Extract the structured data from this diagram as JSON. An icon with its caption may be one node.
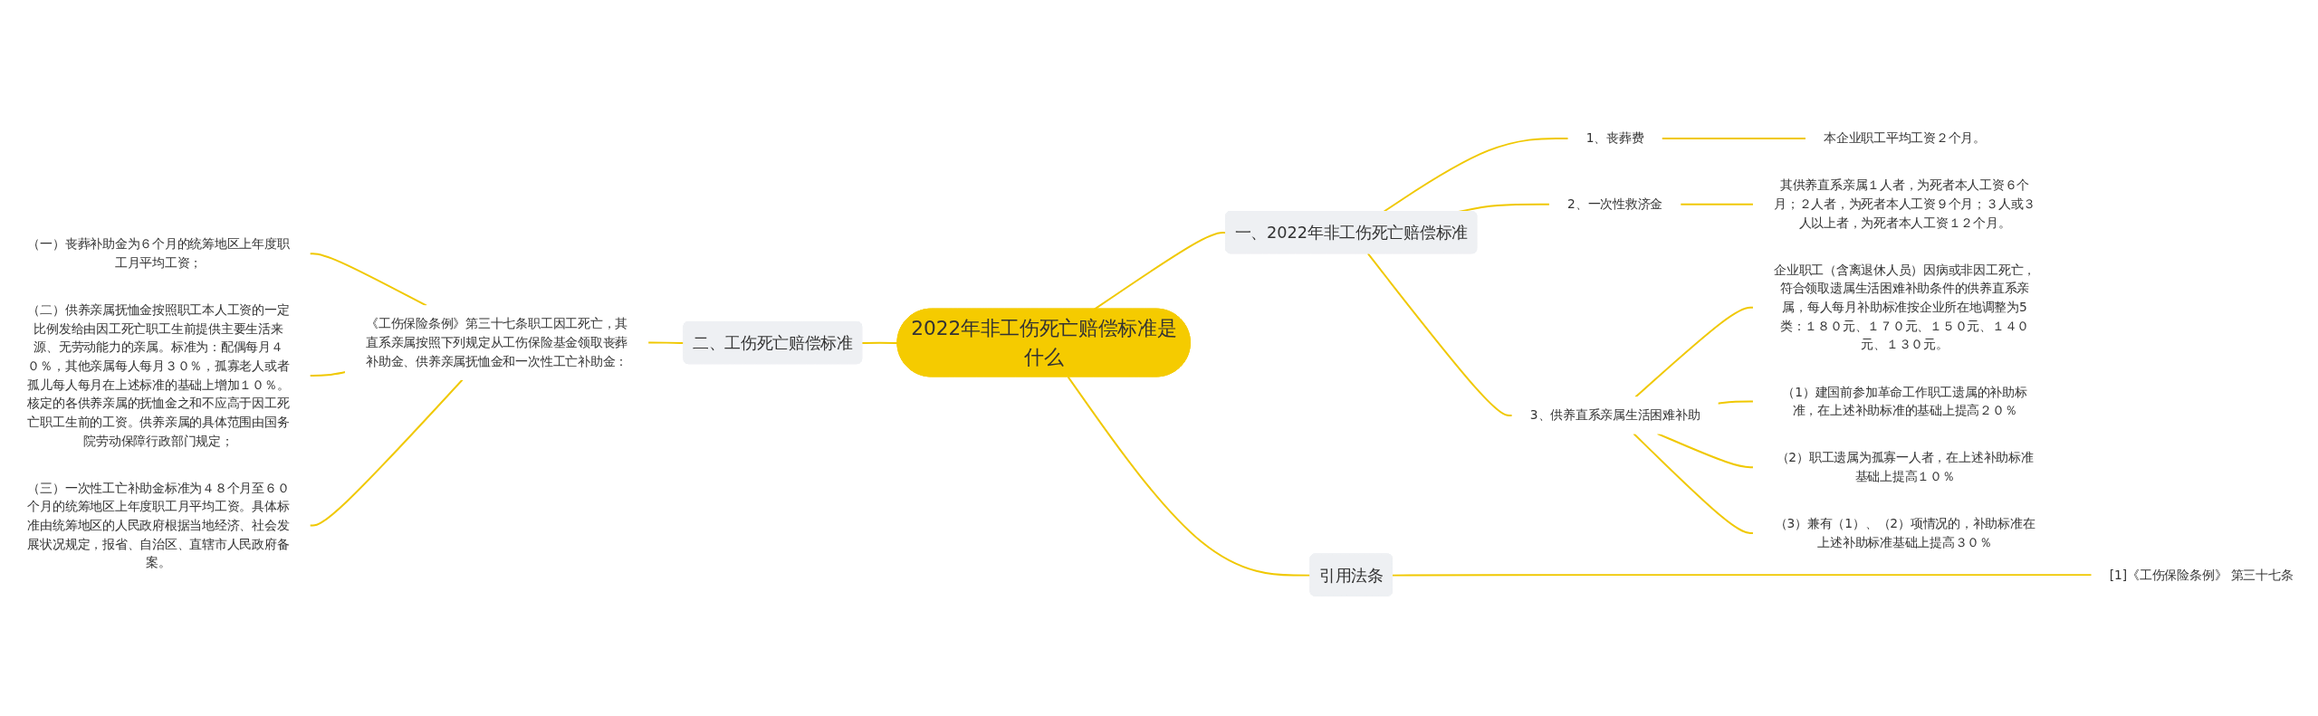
{
  "diagram": {
    "nodes": [
      {
        "text": [
          "2022年非工伤死亡赔偿标准是什么"
        ]
      },
      {
        "text": [
          "一、2022年非工伤死亡赔偿标准"
        ]
      },
      {
        "text": [
          "1、丧葬费"
        ]
      },
      {
        "text": [
          "本企业职工平均工资２个月。"
        ]
      },
      {
        "text": [
          "2、一次性救济金"
        ]
      },
      {
        "text": [
          "其供养直系亲属１人者，为死者本人工资６个月；２人者，为死者本人工资９个月；３人或３人以上者，为死者本人工资１２个月。"
        ]
      },
      {
        "text": [
          "3、供养直系亲属生活困难补助"
        ]
      },
      {
        "text": [
          "企业职工（含离退休人员）因病或非因工死亡，符合领取遗属生活困难补助条件的供养直系亲属，每人每月补助标准按企业所在地调整为5类：１８０元、１７０元、１５０元、１４０元、１３０元。"
        ]
      },
      {
        "text": [
          "（1）建国前参加革命工作职工遗属的补助标准，在上述补助标准的基础上提高２０％"
        ]
      },
      {
        "text": [
          "（2）职工遗属为孤寡一人者，在上述补助标准基础上提高１０％"
        ]
      },
      {
        "text": [
          "（3）兼有（1）、（2）项情况的，补助标准在上述补助标准基础上提高３０％"
        ]
      },
      {
        "text": [
          "二、工伤死亡赔偿标准"
        ]
      },
      {
        "text": [
          "《工伤保险条例》第三十七条职工因工死亡，其直系亲属按照下列规定从工伤保险基金领取丧葬补助金、供养亲属抚恤金和一次性工亡补助金："
        ]
      },
      {
        "text": [
          "（一）丧葬补助金为６个月的统筹地区上年度职工月平均工资；"
        ]
      },
      {
        "text": [
          "（二）供养亲属抚恤金按照职工本人工资的一定比例发给由因工死亡职工生前提供主要生活来源、无劳动能力的亲属。标准为：配偶每月４０％，其他亲属每人每月３０％，孤寡老人或者孤儿每人每月在上述标准的基础上增加１０％。核定的各供养亲属的抚恤金之和不应高于因工死亡职工生前的工资。供养亲属的具体范围由国务院劳动保障行政部门规定；"
        ]
      },
      {
        "text": [
          "（三）一次性工亡补助金标准为４８个月至６０个月的统筹地区上年度职工月平均工资。具体标准由统筹地区的人民政府根据当地经济、社会发展状况规定，报省、自治区、直辖市人民政府备案。"
        ]
      },
      {
        "text": [
          "引用法条"
        ]
      },
      {
        "text": [
          "[1]《工伤保险条例》 第三十七条"
        ]
      }
    ],
    "edges": [
      {
        "from": 0,
        "to": 1,
        "arrow": "none"
      },
      {
        "from": 1,
        "to": 2,
        "arrow": "none"
      },
      {
        "from": 2,
        "to": 3,
        "arrow": "none"
      },
      {
        "from": 1,
        "to": 4,
        "arrow": "none"
      },
      {
        "from": 4,
        "to": 5,
        "arrow": "none"
      },
      {
        "from": 1,
        "to": 6,
        "arrow": "none"
      },
      {
        "from": 6,
        "to": 7,
        "arrow": "none"
      },
      {
        "from": 6,
        "to": 8,
        "arrow": "none"
      },
      {
        "from": 6,
        "to": 9,
        "arrow": "none"
      },
      {
        "from": 6,
        "to": 10,
        "arrow": "none"
      },
      {
        "from": 11,
        "to": 0,
        "arrow": "none"
      },
      {
        "from": 12,
        "to": 11,
        "arrow": "none"
      },
      {
        "from": 13,
        "to": 12,
        "arrow": "none"
      },
      {
        "from": 14,
        "to": 12,
        "arrow": "none"
      },
      {
        "from": 15,
        "to": 12,
        "arrow": "none"
      },
      {
        "from": 0,
        "to": 16,
        "arrow": "none"
      },
      {
        "from": 16,
        "to": 17,
        "arrow": "none"
      }
    ]
  }
}
